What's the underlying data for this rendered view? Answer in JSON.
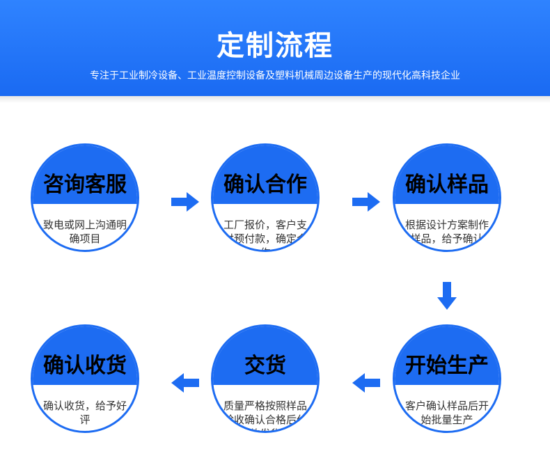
{
  "header": {
    "title": "定制流程",
    "subtitle": "专注于工业制冷设备、工业温度控制设备及塑料机械周边设备生产的现代化高科技企业"
  },
  "steps": [
    {
      "title": "咨询客服",
      "desc": "致电或网上沟通明确项目"
    },
    {
      "title": "确认合作",
      "desc": "工厂报价，客户支付预付款，确定合作"
    },
    {
      "title": "确认样品",
      "desc": "根据设计方案制作样品，给予确认"
    },
    {
      "title": "开始生产",
      "desc": "客户确认样品后开始批量生产"
    },
    {
      "title": "交货",
      "desc": "质量严格按照样品验收确认合格后付款发货"
    },
    {
      "title": "确认收货",
      "desc": "确认收货，给予好评"
    }
  ],
  "colors": {
    "primary": "#1d6cf2",
    "banner": "#2a7cff"
  },
  "icons": {
    "flow_arrow": "arrow-icon"
  }
}
